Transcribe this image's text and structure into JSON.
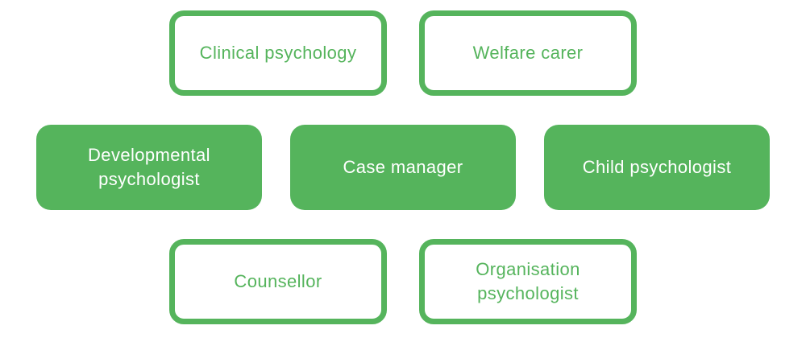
{
  "palette": {
    "green": "#55B45C",
    "background": "#ffffff",
    "filled_text": "#ffffff"
  },
  "diagram": {
    "rows": [
      {
        "items": [
          {
            "label": "Clinical psychology",
            "variant": "outlined"
          },
          {
            "label": "Welfare carer",
            "variant": "outlined"
          }
        ]
      },
      {
        "items": [
          {
            "label": "Developmental psychologist",
            "variant": "filled"
          },
          {
            "label": "Case manager",
            "variant": "filled"
          },
          {
            "label": "Child psychologist",
            "variant": "filled"
          }
        ]
      },
      {
        "items": [
          {
            "label": "Counsellor",
            "variant": "outlined"
          },
          {
            "label": "Organisation psychologist",
            "variant": "outlined"
          }
        ]
      }
    ]
  }
}
